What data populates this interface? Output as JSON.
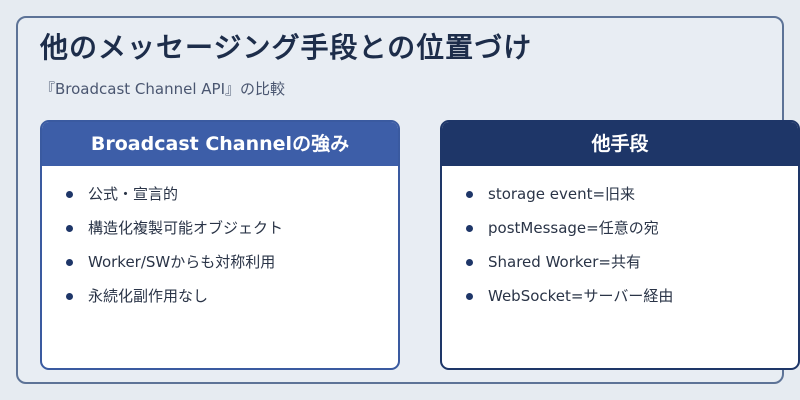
{
  "title": "他のメッセージング手段との位置づけ",
  "subtitle": "『Broadcast Channel API』の比較",
  "left_card": {
    "header": "Broadcast Channelの強み",
    "items": [
      "公式・宣言的",
      "構造化複製可能オブジェクト",
      "Worker/SWからも対称利用",
      "永続化副作用なし"
    ]
  },
  "right_card": {
    "header": "他手段",
    "items": [
      "storage event=旧来",
      "postMessage=任意の宛",
      "Shared Worker=共有",
      "WebSocket=サーバー経由"
    ]
  },
  "colors": {
    "left_header": "#3d5ea8",
    "right_header": "#1e3668",
    "frame_border": "#5d7397",
    "background": "#e6ebf1"
  }
}
